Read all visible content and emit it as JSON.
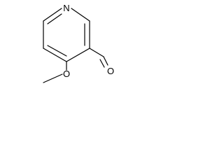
{
  "molecule": {
    "atoms": {
      "ring_nitrogen": "N",
      "methoxy_oxygen": "O",
      "aldehyde_oxygen": "O"
    }
  },
  "colors": {
    "bond": "#000000",
    "text": "#000000",
    "background": "#ffffff"
  }
}
